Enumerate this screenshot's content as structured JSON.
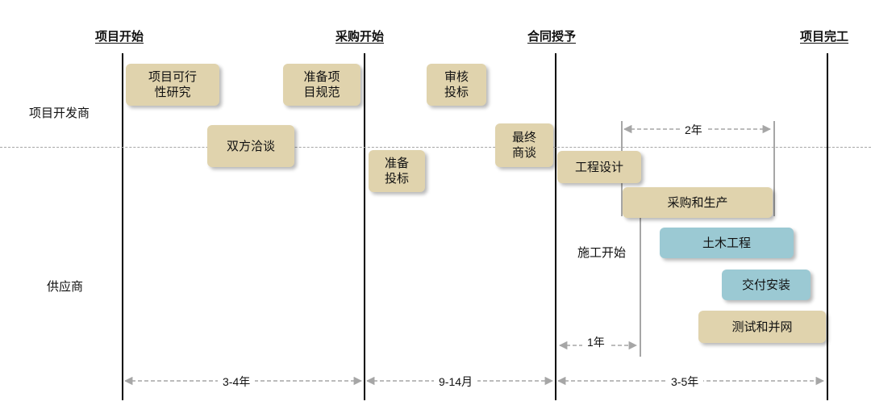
{
  "milestones": {
    "project_start": "项目开始",
    "procurement_start": "采购开始",
    "contract_award": "合同授予",
    "project_complete": "项目完工"
  },
  "rows": {
    "developer": "项目开发商",
    "supplier": "供应商"
  },
  "activities": {
    "feasibility_study": "项目可行\n性研究",
    "prepare_spec": "准备项\n目规范",
    "review_bids": "审核\n投标",
    "bilateral_negotiation": "双方洽谈",
    "final_negotiation": "最终\n商谈",
    "prepare_bid": "准备\n投标",
    "engineering_design": "工程设计",
    "procurement_production": "采购和生产",
    "civil_works": "土木工程",
    "delivery_installation": "交付安装",
    "testing_grid": "测试和并网",
    "construction_start": "施工开始"
  },
  "durations": {
    "phase1": "3-4年",
    "phase2": "9-14月",
    "phase3": "3-5年",
    "procurement_span": "2年",
    "construction_lead": "1年"
  },
  "colors": {
    "tan": "#e0d3ad",
    "teal": "#9bc9d3",
    "arrow_gray": "#a6a6a6"
  }
}
